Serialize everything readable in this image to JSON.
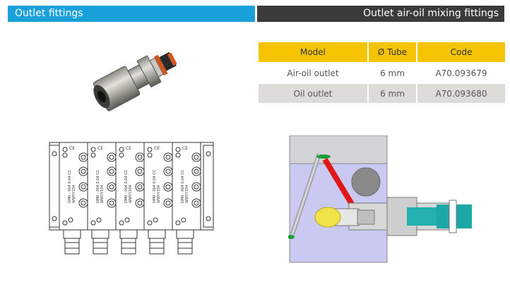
{
  "header": {
    "left_title": "Outlet fittings",
    "right_title": "Outlet air-oil mixing fittings"
  },
  "table": {
    "columns": [
      "Model",
      "Ø Tube",
      "Code"
    ],
    "rows": [
      [
        "Air-oil outlet",
        "6 mm",
        "A70.093679"
      ],
      [
        "Oil outlet",
        "6 mm",
        "A70.093680"
      ]
    ]
  },
  "colors": {
    "left_bar": "#1aa1dc",
    "right_bar": "#3b3b3b",
    "table_header": "#f5c400",
    "table_shade": "#dedcd8"
  },
  "illustrations": {
    "fitting_photo": "outlet-fitting-image",
    "manifold_drawing": "distributor-block-drawing",
    "section_drawing": "mixing-fitting-section-drawing"
  },
  "block_labels": [
    "DM0 - 004  0.04 CC",
    "WWYY334"
  ]
}
